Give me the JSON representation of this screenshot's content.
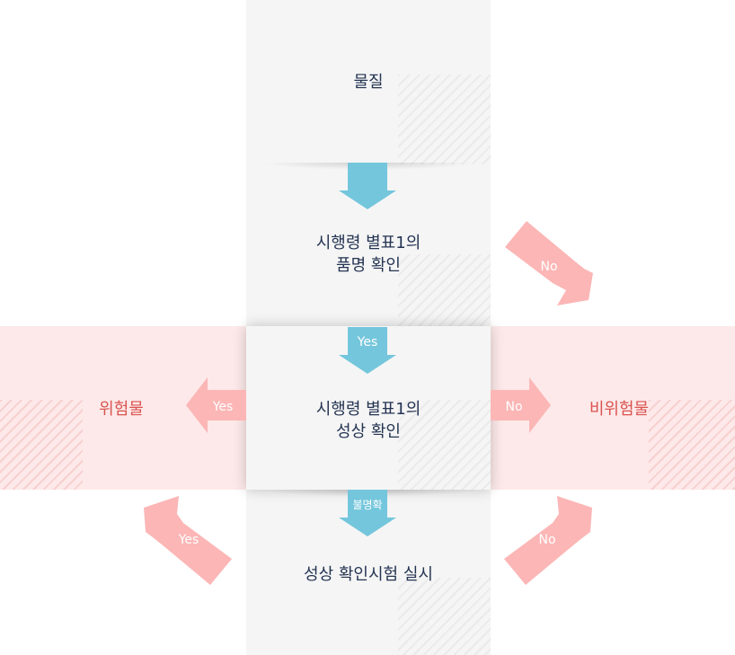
{
  "nodes": {
    "material": "물질",
    "check_name": [
      "시행령 별표1의",
      "품명 확인"
    ],
    "check_state": [
      "시행령 별표1의",
      "성상 확인"
    ],
    "state_test": "성상 확인시험 실시",
    "hazardous": "위험물",
    "non_hazardous": "비위험물"
  },
  "edges": {
    "name_no": "No",
    "name_yes": "Yes",
    "state_yes": "Yes",
    "state_no": "No",
    "state_unclear": "불명확",
    "test_yes": "Yes",
    "test_no": "No"
  },
  "colors": {
    "down_arrow": "#74c6dc",
    "pink_arrow": "#fcb6b6",
    "column": "#f5f5f5",
    "band": "#fde9e9",
    "node_text": "#243452",
    "outcome_text": "#d9534f"
  }
}
